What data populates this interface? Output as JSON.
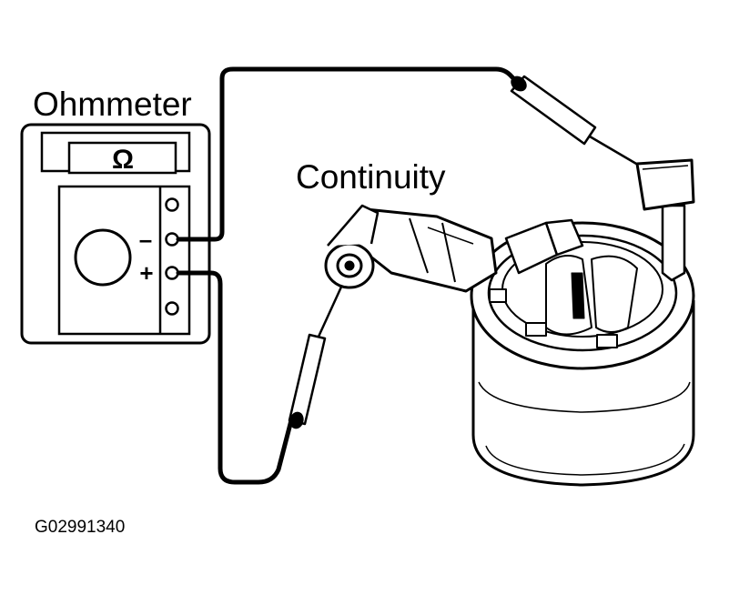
{
  "diagram": {
    "meter_label": "Ohmmeter",
    "meter_display_symbol": "Ω",
    "terminal_minus": "–",
    "terminal_plus": "+",
    "test_label": "Continuity",
    "figure_code": "G02991340",
    "colors": {
      "ink": "#000000",
      "paper": "#ffffff"
    }
  }
}
